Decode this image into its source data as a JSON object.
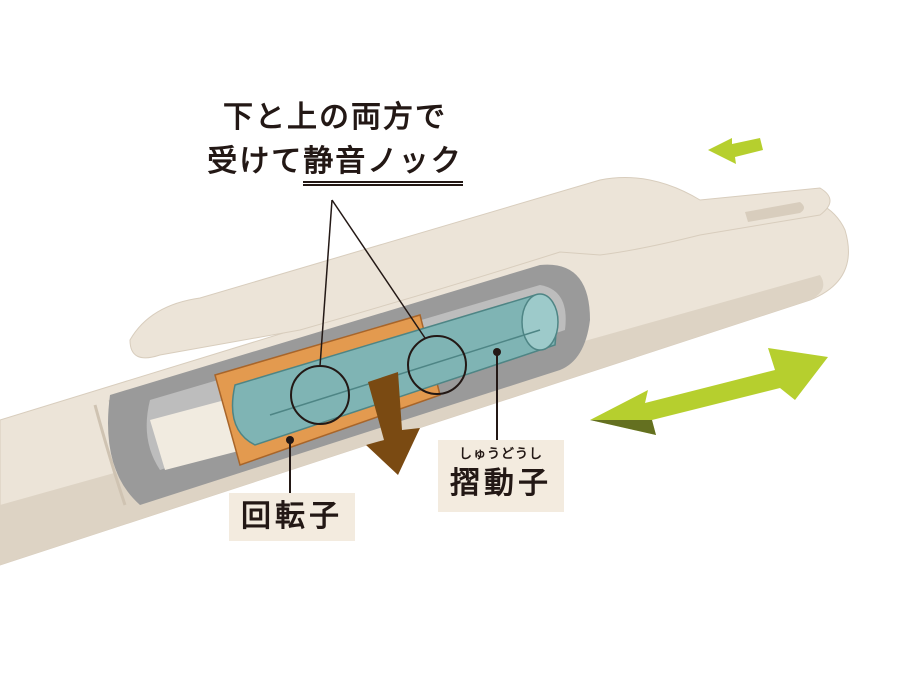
{
  "headline": {
    "line1": "下と上の両方で",
    "line2_prefix": "受けて",
    "line2_emphasis": "静音ノック"
  },
  "labels": {
    "rotor": "回転子",
    "slider_ruby": "しゅうどうし",
    "slider": "摺動子"
  },
  "colors": {
    "body": "#ece4d8",
    "interior": "#8c8c8c",
    "slider": "#7fb4b4",
    "rotor": "#e39a4f",
    "arrow_down": "#7a4a12",
    "arrow_green": "#b6cf2e",
    "label_bg": "#f3ebdf"
  }
}
